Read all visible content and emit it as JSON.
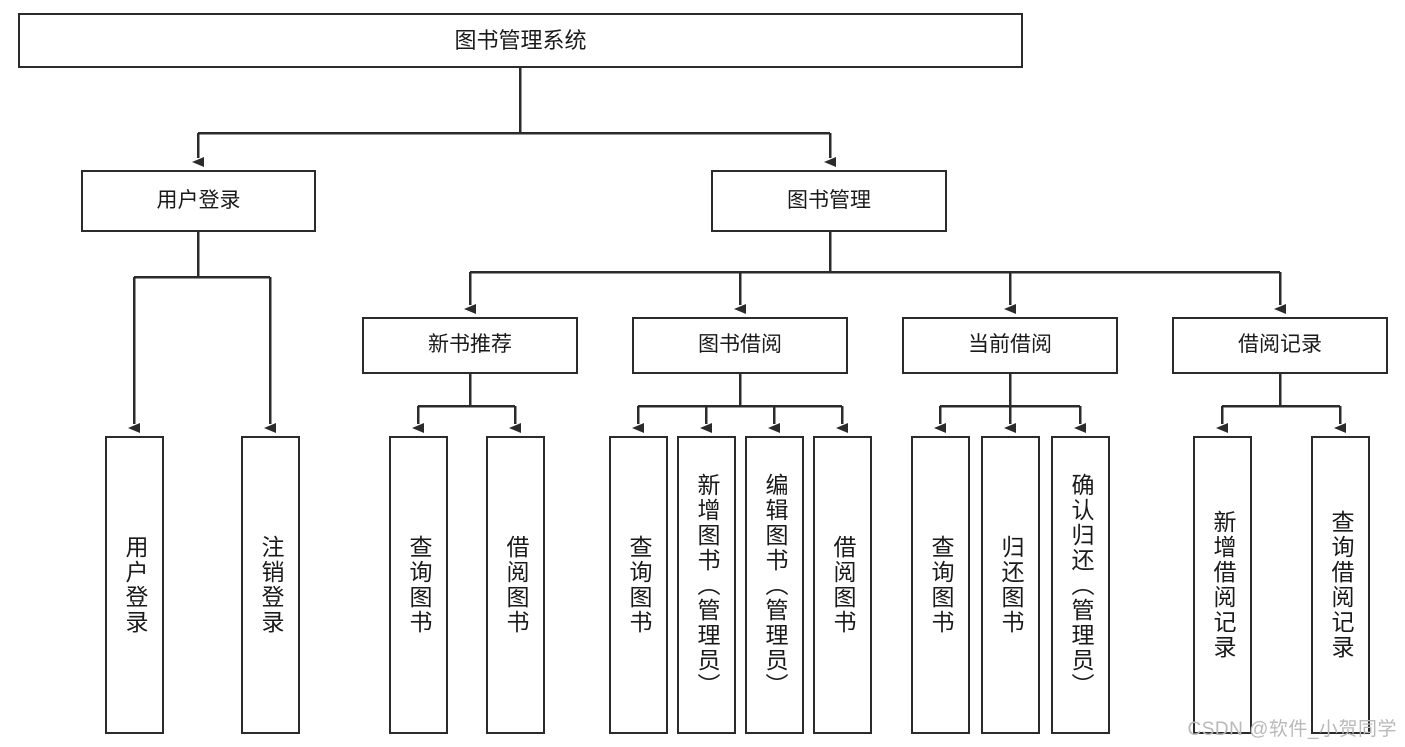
{
  "diagram": {
    "title": "图书管理系统",
    "watermark": "CSDN @软件_小贺同学",
    "line_color": "#2b2b2b",
    "box_fill": "#ffffff",
    "text_color": "#1a1a1a",
    "watermark_color": "#b9b9b9",
    "type": "tree",
    "levels": 4,
    "nodes": {
      "root": {
        "label": "图书管理系统"
      },
      "level2": [
        {
          "label": "用户登录"
        },
        {
          "label": "图书管理"
        }
      ],
      "level3": [
        {
          "label": "新书推荐"
        },
        {
          "label": "图书借阅"
        },
        {
          "label": "当前借阅"
        },
        {
          "label": "借阅记录"
        }
      ],
      "leaves": {
        "user_login": [
          {
            "label": "用户登录"
          },
          {
            "label": "注销登录"
          }
        ],
        "new_book": [
          {
            "label": "查询图书"
          },
          {
            "label": "借阅图书"
          }
        ],
        "book_borrow": [
          {
            "label": "查询图书"
          },
          {
            "label": "新增图书（管理员）"
          },
          {
            "label": "编辑图书（管理员）"
          },
          {
            "label": "借阅图书"
          }
        ],
        "current_borrow": [
          {
            "label": "查询图书"
          },
          {
            "label": "归还图书"
          },
          {
            "label": "确认归还（管理员）"
          }
        ],
        "borrow_record": [
          {
            "label": "新增借阅记录"
          },
          {
            "label": "查询借阅记录"
          }
        ]
      }
    }
  }
}
